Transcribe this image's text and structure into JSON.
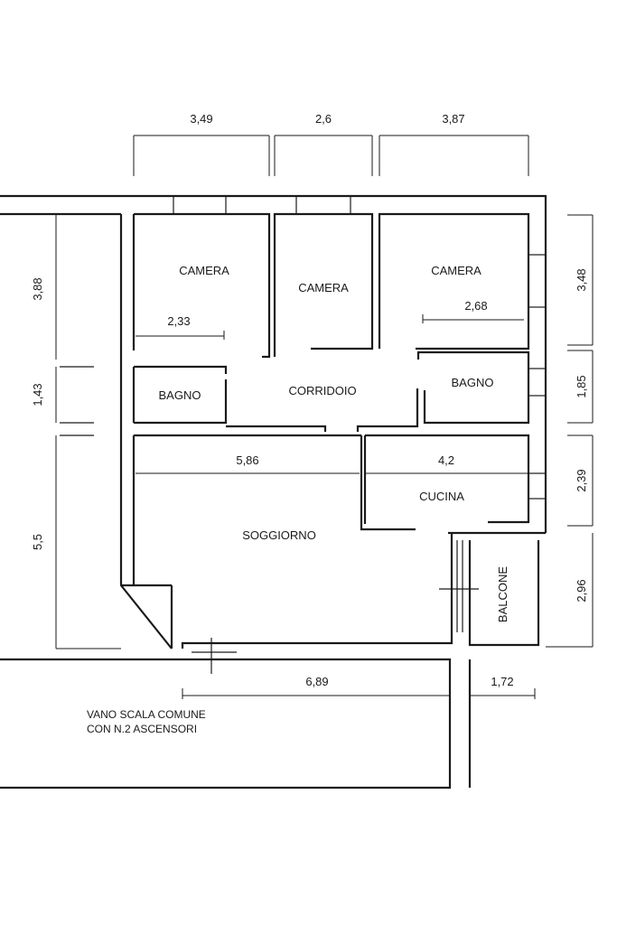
{
  "rooms": {
    "camera_1": "CAMERA",
    "camera_2": "CAMERA",
    "camera_3": "CAMERA",
    "bagno_1": "BAGNO",
    "bagno_2": "BAGNO",
    "corridoio": "CORRIDOIO",
    "cucina": "CUCINA",
    "soggiorno": "SOGGIORNO",
    "balcone": "BALCONE"
  },
  "dimensions": {
    "top_1": "3,49",
    "top_2": "2,6",
    "top_3": "3,87",
    "left_1": "3,88",
    "left_2": "1,43",
    "left_3": "5,5",
    "right_1": "3,48",
    "right_2": "1,85",
    "right_3": "2,39",
    "right_4": "2,96",
    "camera_1_inner": "2,33",
    "camera_3_inner": "2,68",
    "soggiorno_inner": "5,86",
    "cucina_inner": "4,2",
    "bottom_1": "6,89",
    "bottom_2": "1,72"
  },
  "notes": {
    "stair_line1": "VANO SCALA COMUNE",
    "stair_line2": "CON N.2 ASCENSORI"
  }
}
